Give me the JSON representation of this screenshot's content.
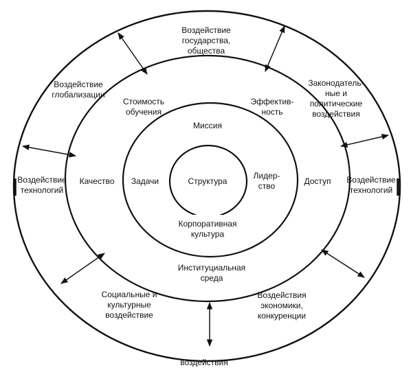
{
  "colors": {
    "stroke": "#111111",
    "background": "#ffffff",
    "label_blob": "#ffffff"
  },
  "outer_ring": {
    "government": [
      "Воздействие",
      "государства,",
      "общества"
    ],
    "globalization": [
      "Воздействие",
      "глобализации"
    ],
    "legislative": [
      "Законодатель-",
      "ные и",
      "политические",
      "воздействия"
    ],
    "technology_left": [
      "Воздействие",
      "технологий"
    ],
    "technology_right": [
      "Воздействие",
      "технологий"
    ],
    "social": [
      "Социальные и",
      "культурные",
      "воздействие"
    ],
    "economy": [
      "Воздействия",
      "экономики,",
      "конкуренции"
    ],
    "bottom": [
      "воздействия"
    ]
  },
  "middle_ring": {
    "cost": [
      "Стоимость",
      "обучения"
    ],
    "efficiency": [
      "Эффектив-",
      "ность"
    ],
    "quality": [
      "Качество"
    ],
    "access": [
      "Доступ"
    ],
    "institutional": [
      "Институциальная",
      "среда"
    ]
  },
  "inner_ring": {
    "mission": [
      "Миссия"
    ],
    "tasks": [
      "Задачи"
    ],
    "leadership": [
      "Лидер-",
      "ство"
    ],
    "culture": [
      "Корпоративная",
      "культура"
    ]
  },
  "core": {
    "structure": [
      "Структура"
    ]
  }
}
